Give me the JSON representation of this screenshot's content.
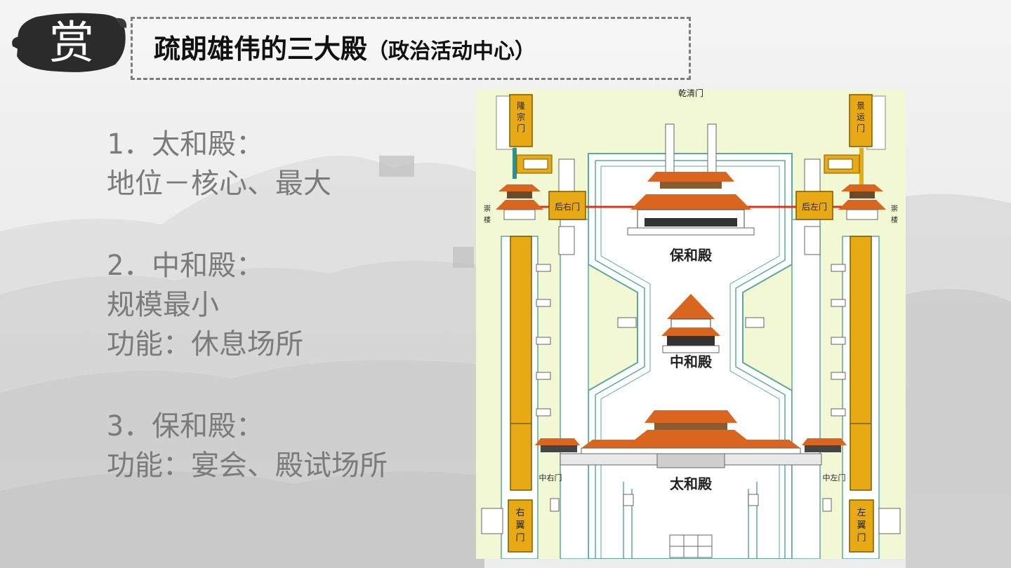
{
  "badge": {
    "char": "赏"
  },
  "title": {
    "main": "疏朗雄伟的三大殿",
    "sub": "（政治活动中心）"
  },
  "sections": [
    {
      "lines": [
        "1．太和殿：",
        "地位－核心、最大"
      ]
    },
    {
      "lines": [
        "2．中和殿：",
        "规模最小",
        "功能：休息场所"
      ]
    },
    {
      "lines": [
        "3．保和殿：",
        "功能：宴会、殿试场所"
      ]
    }
  ],
  "map": {
    "top_gate": "乾清门",
    "long_zong_men": [
      "隆",
      "宗",
      "门"
    ],
    "jing_yun_men": [
      "景",
      "运",
      "门"
    ],
    "hou_you_men": "后右门",
    "hou_zuo_men": "后左门",
    "chong_lou_left": [
      "崇",
      "楼"
    ],
    "chong_lou_right": [
      "崇",
      "楼"
    ],
    "bao_he_dian": "保和殿",
    "zhong_he_dian": "中和殿",
    "tai_he_dian": "太和殿",
    "zhong_you_men": "中右门",
    "zhong_zuo_men": "中左门",
    "you_yi_men": [
      "右",
      "翼",
      "门"
    ],
    "zuo_yi_men": [
      "左",
      "翼",
      "门"
    ],
    "colors": {
      "ground": "#f2f7d4",
      "wall": "#e7aa14",
      "roof": "#d9651e",
      "border": "#5aa9a0"
    }
  }
}
